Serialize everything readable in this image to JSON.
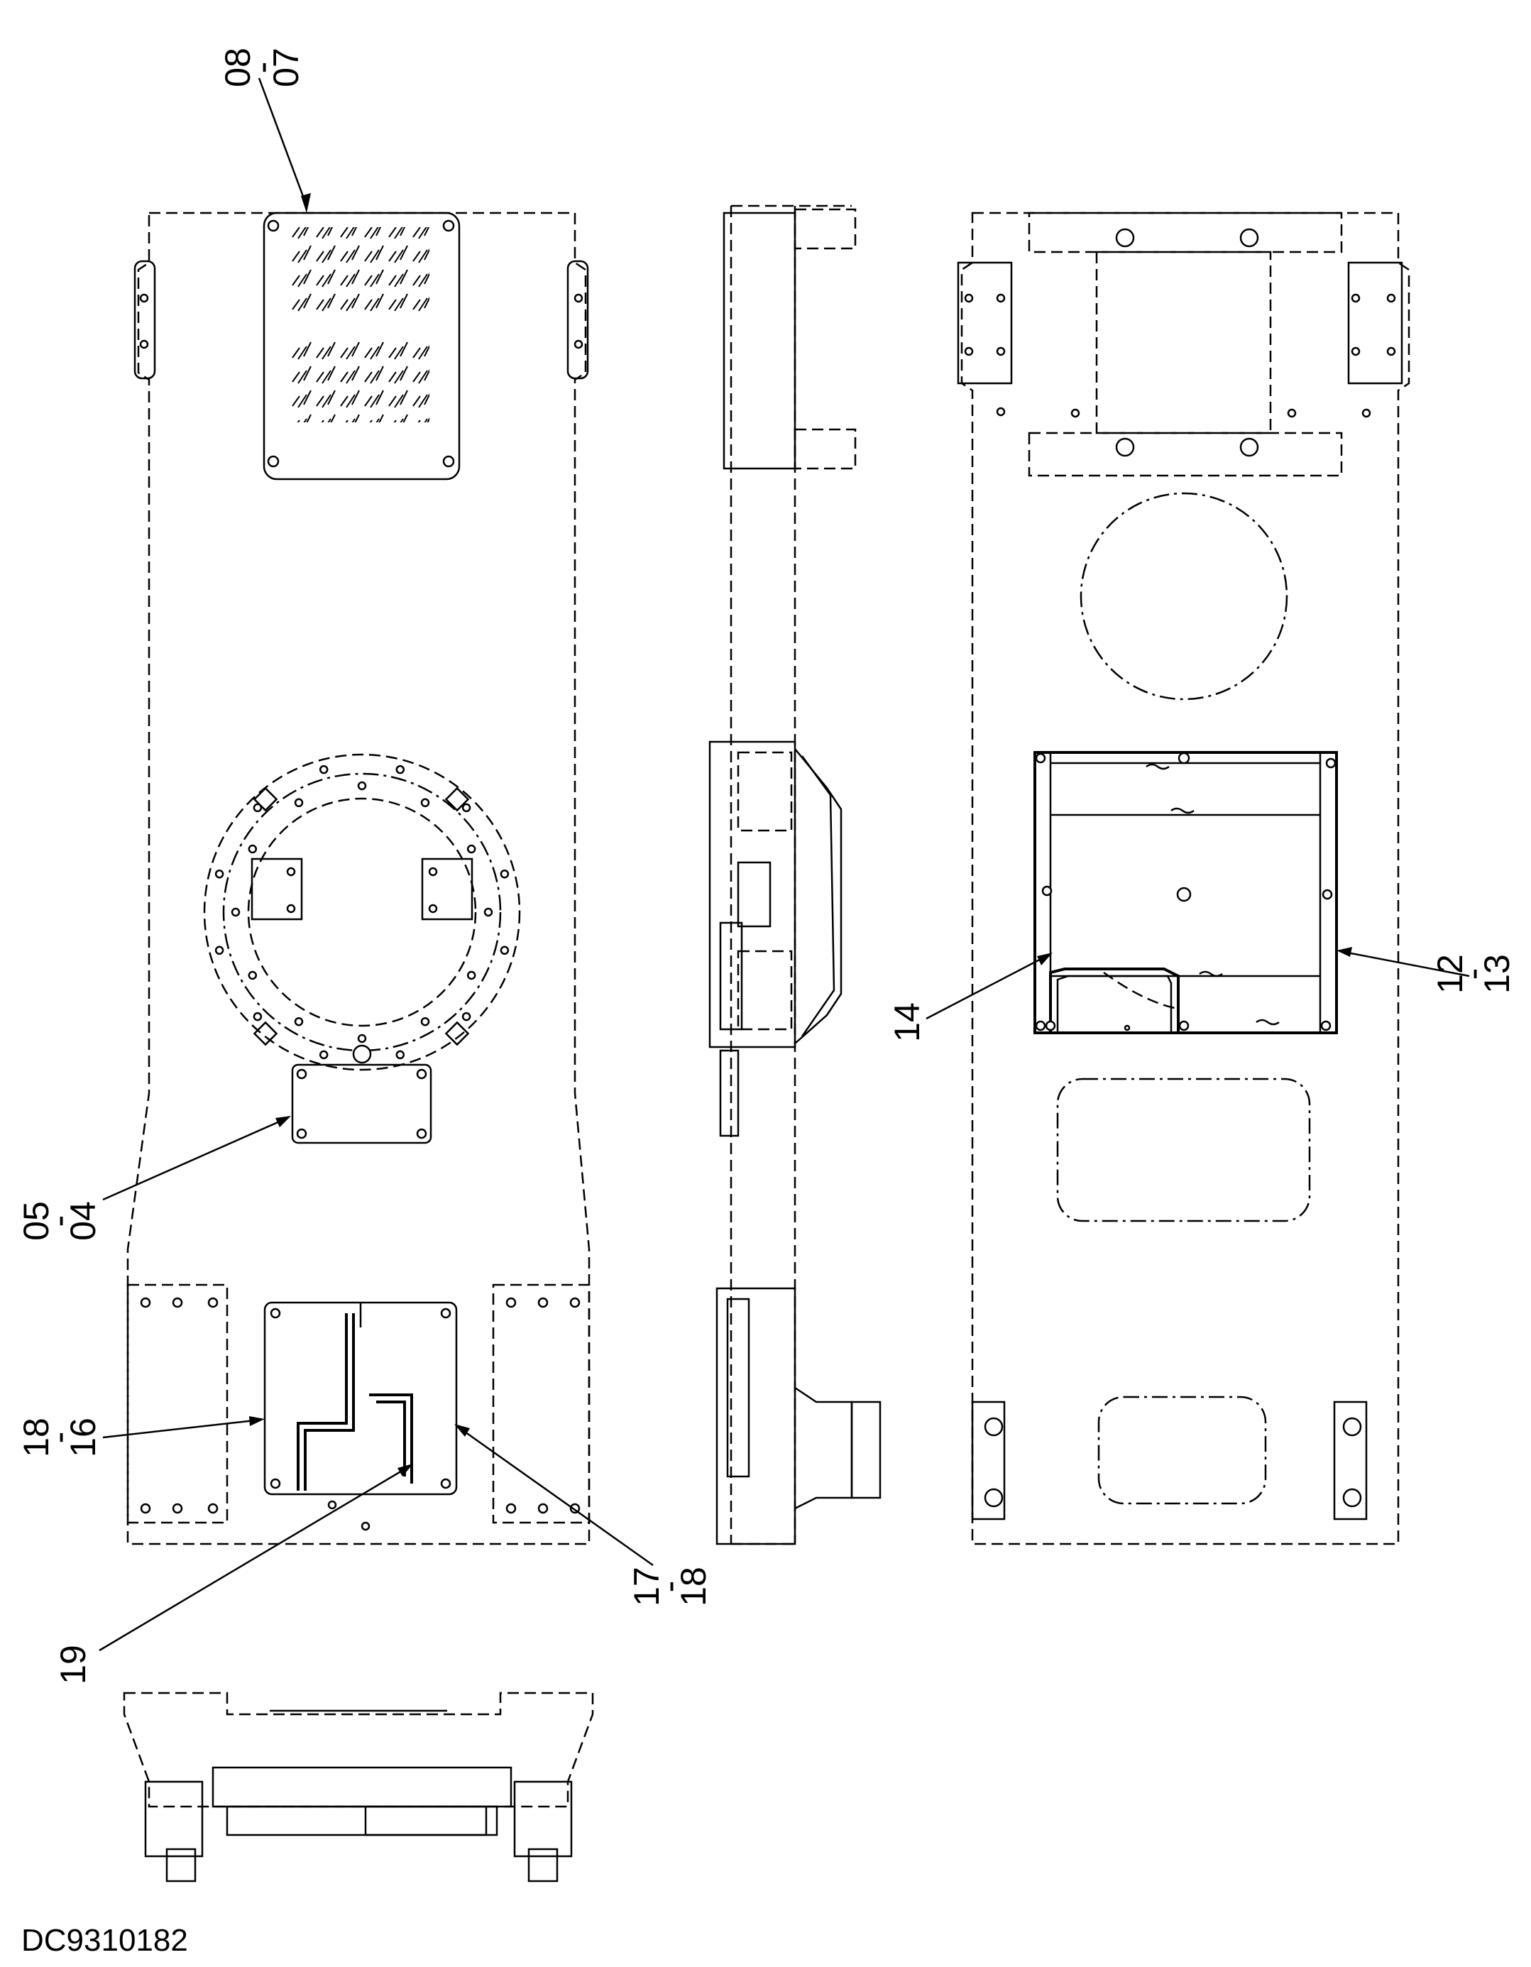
{
  "drawing": {
    "drawing_number": "DC9310182",
    "callouts": [
      {
        "id": "c-08-07",
        "top": "08",
        "sep": "-",
        "bottom": "07"
      },
      {
        "id": "c-05-04",
        "top": "05",
        "sep": "-",
        "bottom": "04"
      },
      {
        "id": "c-18-16",
        "top": "18",
        "sep": "-",
        "bottom": "16"
      },
      {
        "id": "c-19",
        "top": "19"
      },
      {
        "id": "c-17-18",
        "top": "17",
        "sep": "-",
        "bottom": "18"
      },
      {
        "id": "c-14",
        "top": "14"
      },
      {
        "id": "c-12-13",
        "top": "12",
        "sep": "-",
        "bottom": "13"
      }
    ]
  }
}
